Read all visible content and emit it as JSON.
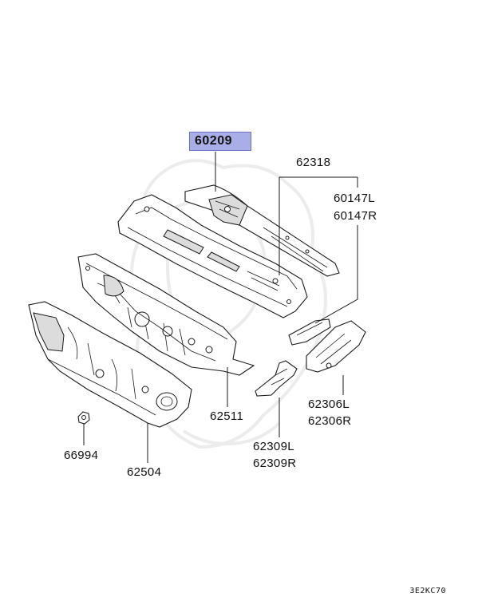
{
  "highlighted_part": "60209",
  "labels": {
    "p62318": "62318",
    "p60147L": "60147L",
    "p60147R": "60147R",
    "p62306L": "62306L",
    "p62306R": "62306R",
    "p62309L": "62309L",
    "p62309R": "62309R",
    "p62511": "62511",
    "p62504": "62504",
    "p66994": "66994"
  },
  "diagram_code": "3E2KC70"
}
